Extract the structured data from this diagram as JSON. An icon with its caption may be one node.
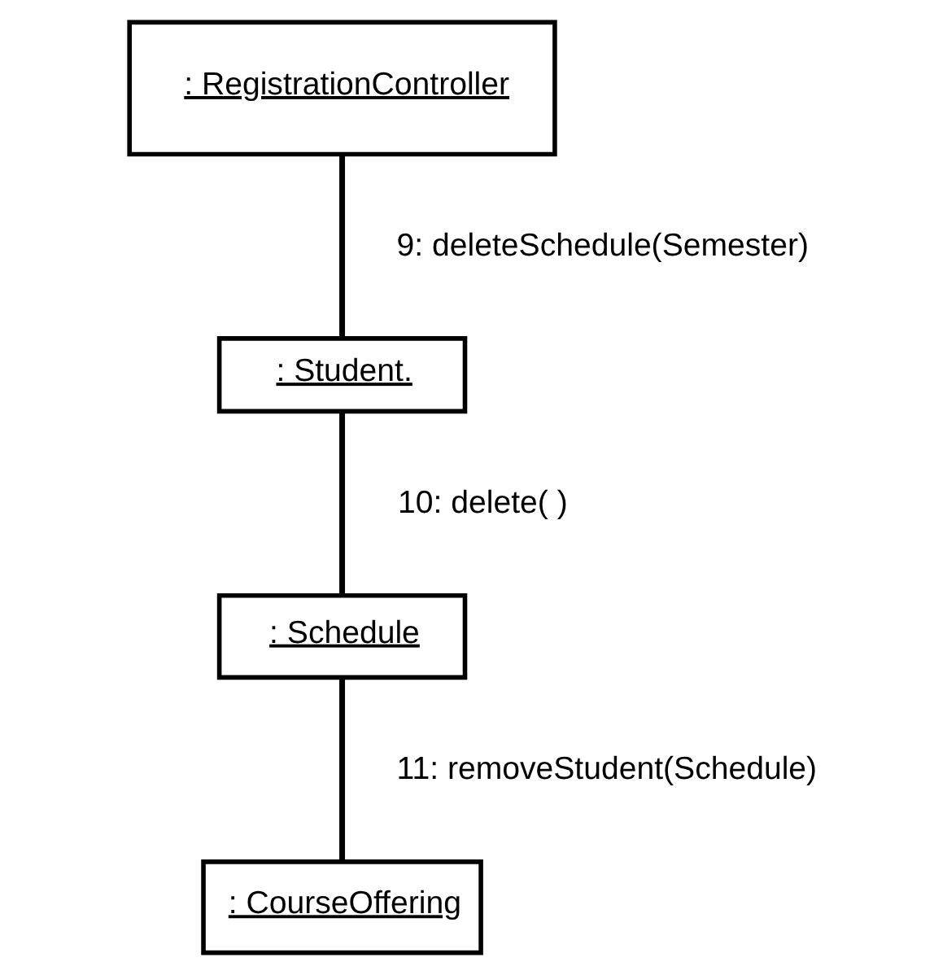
{
  "diagram": {
    "nodes": [
      {
        "text": [
          ": RegistrationController"
        ]
      },
      {
        "text": [
          ": Student."
        ]
      },
      {
        "text": [
          ": Schedule"
        ]
      },
      {
        "text": [
          ": CourseOffering"
        ]
      }
    ],
    "edges": [
      {
        "from": 0,
        "to": 1,
        "arrow": "none",
        "label": "9: deleteSchedule(Semester)"
      },
      {
        "from": 1,
        "to": 2,
        "arrow": "none",
        "label": "10: delete( )"
      },
      {
        "from": 2,
        "to": 3,
        "arrow": "none",
        "label": "11: removeStudent(Schedule)"
      }
    ]
  }
}
